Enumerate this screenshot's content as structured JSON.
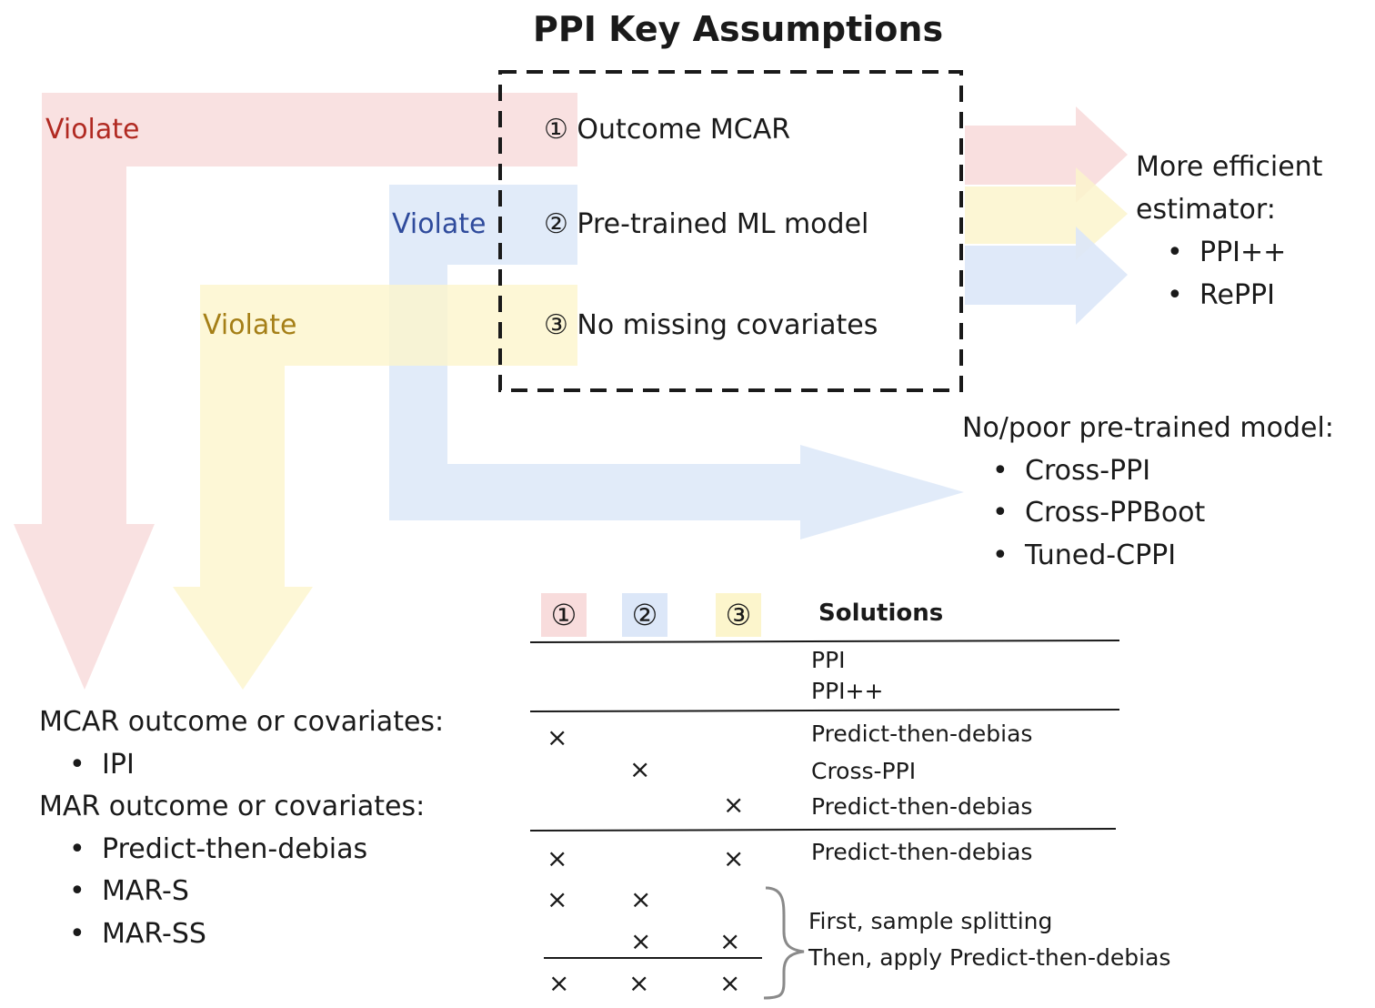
{
  "title": "PPI Key Assumptions",
  "assumptions": [
    {
      "label": "① Outcome MCAR",
      "color": "#f8dcdc"
    },
    {
      "label": "② Pre-trained ML model",
      "color": "#dce7f8"
    },
    {
      "label": "③ No missing covariates",
      "color": "#fcf5cc"
    }
  ],
  "violate": [
    {
      "label": "Violate",
      "color": "#b12a22"
    },
    {
      "label": "Violate",
      "color": "#2f4b9c"
    },
    {
      "label": "Violate",
      "color": "#a57f17"
    }
  ],
  "efficient": {
    "heading_line1": "More efficient",
    "heading_line2": "estimator:",
    "items": [
      "PPI++",
      "RePPI"
    ]
  },
  "pretrained": {
    "heading": "No/poor pre-trained model:",
    "items": [
      "Cross-PPI",
      "Cross-PPBoot",
      "Tuned-CPPI"
    ]
  },
  "missing": {
    "heading1": "MCAR outcome or covariates:",
    "items1": [
      "IPI"
    ],
    "heading2": "MAR outcome or covariates:",
    "items2": [
      "Predict-then-debias",
      "MAR-S",
      "MAR-SS"
    ]
  },
  "bullet": "•",
  "table": {
    "headers": [
      "①",
      "②",
      "③",
      "Solutions"
    ],
    "mark": "×",
    "groups": [
      {
        "rows": [
          {
            "marks": [
              false,
              false,
              false
            ],
            "solution": "PPI"
          },
          {
            "marks": [
              false,
              false,
              false
            ],
            "solution": "PPI++"
          }
        ]
      },
      {
        "rows": [
          {
            "marks": [
              true,
              false,
              false
            ],
            "solution": "Predict-then-debias"
          },
          {
            "marks": [
              false,
              true,
              false
            ],
            "solution": "Cross-PPI"
          },
          {
            "marks": [
              false,
              false,
              true
            ],
            "solution": "Predict-then-debias"
          }
        ]
      },
      {
        "rows": [
          {
            "marks": [
              true,
              false,
              true
            ],
            "solution": "Predict-then-debias"
          },
          {
            "marks": [
              true,
              true,
              false
            ],
            "solution": ""
          },
          {
            "marks": [
              false,
              true,
              true
            ],
            "solution": ""
          },
          {
            "marks": [
              true,
              true,
              true
            ],
            "solution": ""
          }
        ]
      }
    ],
    "brace_text_line1": "First, sample splitting",
    "brace_text_line2": "Then, apply Predict-then-debias"
  }
}
